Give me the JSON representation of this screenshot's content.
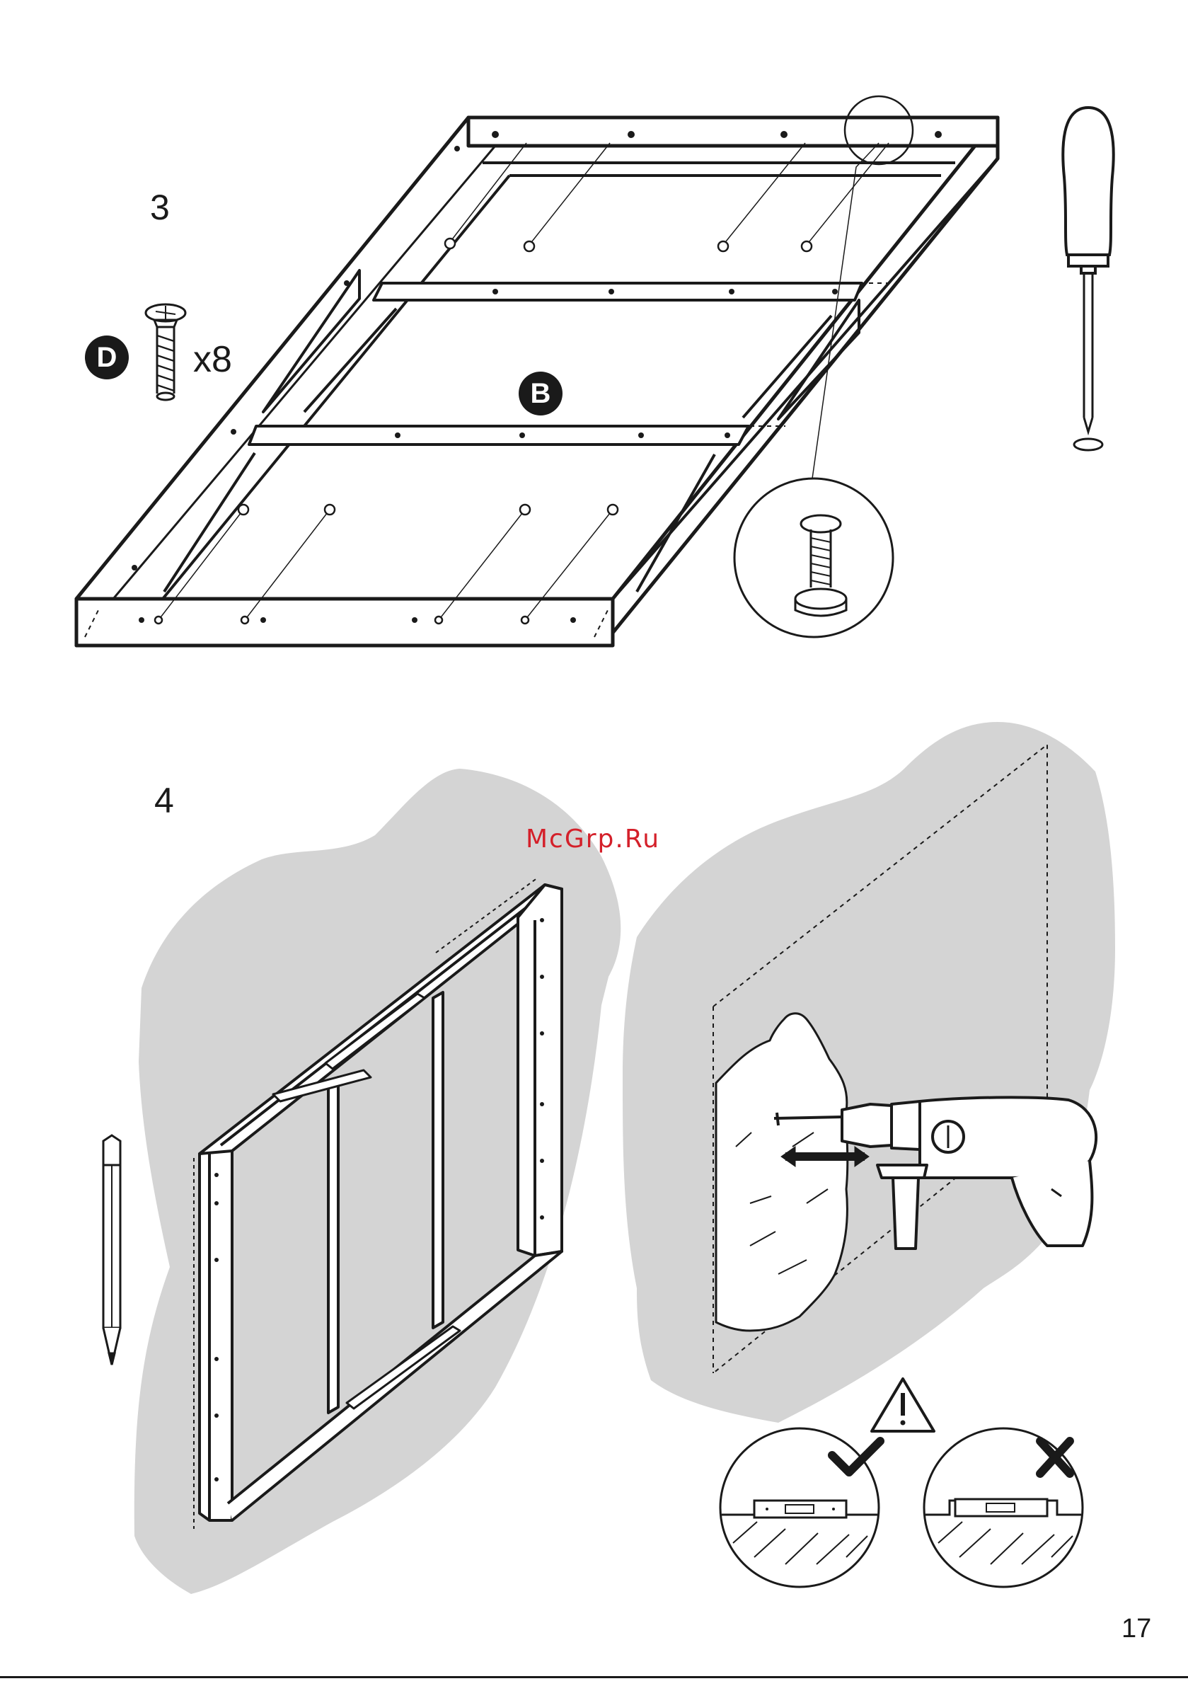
{
  "page": {
    "page_number": "17",
    "watermark": "McGrp.Ru"
  },
  "step3": {
    "number": "3",
    "part_letter": "D",
    "quantity": "x8",
    "panel_letter": "B",
    "tool": "screwdriver-icon"
  },
  "step4": {
    "number": "4",
    "tools": [
      "pencil-icon",
      "drill-icon"
    ],
    "warning": "warning-triangle-icon",
    "correct_mark": "check-icon",
    "wrong_mark": "cross-icon"
  },
  "colors": {
    "ink": "#1a1a1a",
    "shade": "#d4d4d4",
    "watermark": "#d4202a"
  }
}
